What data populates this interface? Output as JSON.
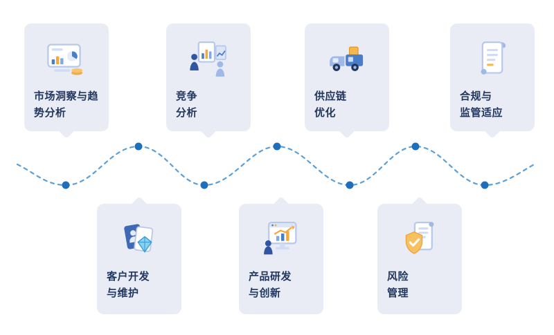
{
  "page": {
    "background": "#ffffff"
  },
  "timeline": {
    "line_color": "#57a0d8",
    "dot_color": "#1d6fbc"
  },
  "colors": {
    "card_bg": "#e9ecf5",
    "text": "#20365e",
    "accent_blue": "#4a7dc9",
    "accent_light_blue": "#9fb9e6",
    "accent_orange": "#f5a93b"
  },
  "cards": [
    {
      "label": "市场洞察与趋\n势分析",
      "icon": "market-dashboard-icon",
      "row": "top"
    },
    {
      "label": "竞争\n分析",
      "icon": "competition-analysis-icon",
      "row": "top"
    },
    {
      "label": "供应链\n优化",
      "icon": "supply-truck-icon",
      "row": "top"
    },
    {
      "label": "合规与\n监管适应",
      "icon": "compliance-scroll-icon",
      "row": "top"
    },
    {
      "label": "客户开发\n与维护",
      "icon": "customer-cards-icon",
      "row": "bottom"
    },
    {
      "label": "产品研发\n与创新",
      "icon": "product-innovation-icon",
      "row": "bottom"
    },
    {
      "label": "风险\n管理",
      "icon": "risk-shield-icon",
      "row": "bottom"
    }
  ]
}
